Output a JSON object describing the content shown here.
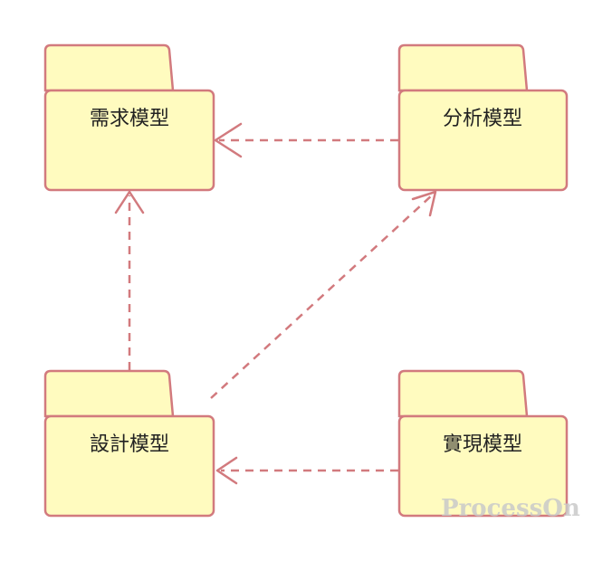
{
  "packages": {
    "requirements": {
      "label": "需求模型"
    },
    "analysis": {
      "label": "分析模型"
    },
    "design": {
      "label": "設計模型"
    },
    "implementation": {
      "label": "實現模型"
    }
  },
  "dependencies": [
    {
      "from": "analysis",
      "to": "requirements",
      "style": "dashed-open-arrow"
    },
    {
      "from": "design",
      "to": "requirements",
      "style": "dashed-open-arrow"
    },
    {
      "from": "design",
      "to": "analysis",
      "style": "dashed-open-arrow"
    },
    {
      "from": "implementation",
      "to": "design",
      "style": "dashed-open-arrow"
    }
  ],
  "watermark": {
    "text": "ProcessOn"
  },
  "colors": {
    "package_fill": "#fffbbf",
    "stroke": "#d27a7e",
    "label": "#222222",
    "watermark": "#c9c9c9"
  }
}
